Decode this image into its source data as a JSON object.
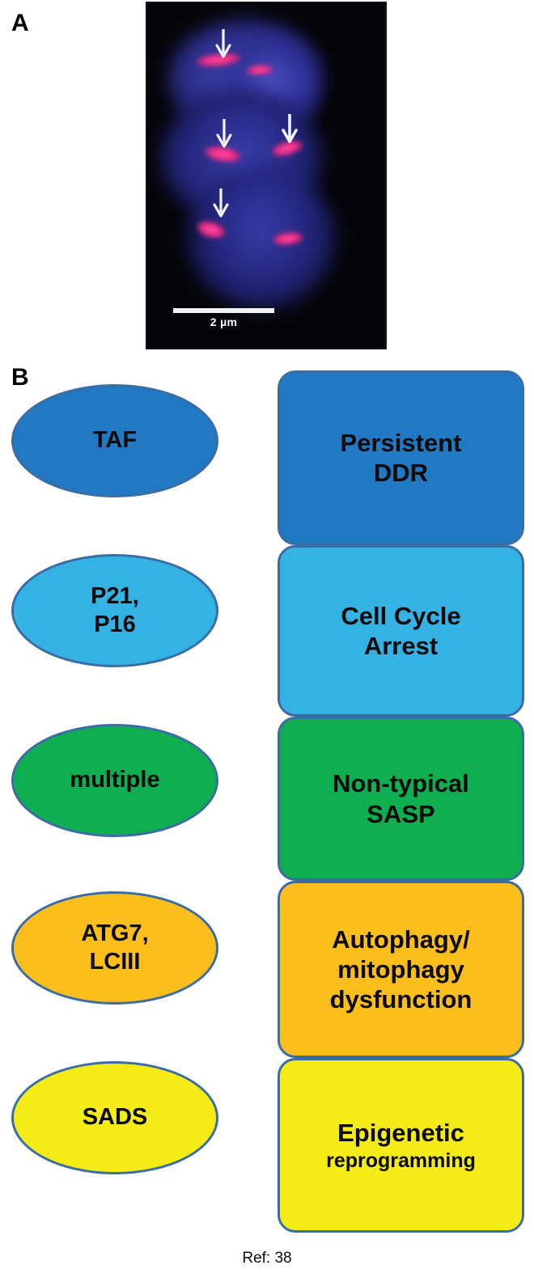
{
  "figure": {
    "panels": [
      {
        "label": "A"
      },
      {
        "label": "B"
      }
    ],
    "reference_note": "Ref: 38"
  },
  "panel_a": {
    "label": "A",
    "image_type": "fluorescence-micrograph",
    "scalebar": {
      "label": "2 µm",
      "length_um": 2
    },
    "arrow_count": 4,
    "telomere_foci_count": 6,
    "colors": {
      "background": "#050509",
      "nucleus_dapi": "#2b2e8c",
      "telomere_signal": "#f02a84",
      "arrow": "#ffffff",
      "scalebar": "#ffffff"
    }
  },
  "panel_b": {
    "label": "B",
    "border_color": "#3A6CA5",
    "rows": [
      {
        "marker": "TAF",
        "outcome": "Persistent\nDDR",
        "outcome_main": "Persistent",
        "outcome_sub": "DDR",
        "color": "#2079C2"
      },
      {
        "marker": "P21,\nP16",
        "outcome": "Cell Cycle\nArrest",
        "outcome_main": "Cell Cycle",
        "outcome_sub": "Arrest",
        "color": "#34B2E4"
      },
      {
        "marker": "multiple",
        "outcome": "Non-typical\nSASP",
        "outcome_main": "Non-typical",
        "outcome_sub": "SASP",
        "color": "#0FAE50"
      },
      {
        "marker": "ATG7,\nLCIII",
        "outcome": "Autophagy/\nmitophagy\ndysfunction",
        "outcome_main": "Autophagy/\nmitophagy\ndysfunction",
        "outcome_sub": "",
        "color": "#FCBE1C"
      },
      {
        "marker": "SADS",
        "outcome": "Epigenetic\nreprogramming",
        "outcome_main": "Epigenetic",
        "outcome_sub": "reprogramming",
        "color": "#F5EC17"
      }
    ]
  }
}
